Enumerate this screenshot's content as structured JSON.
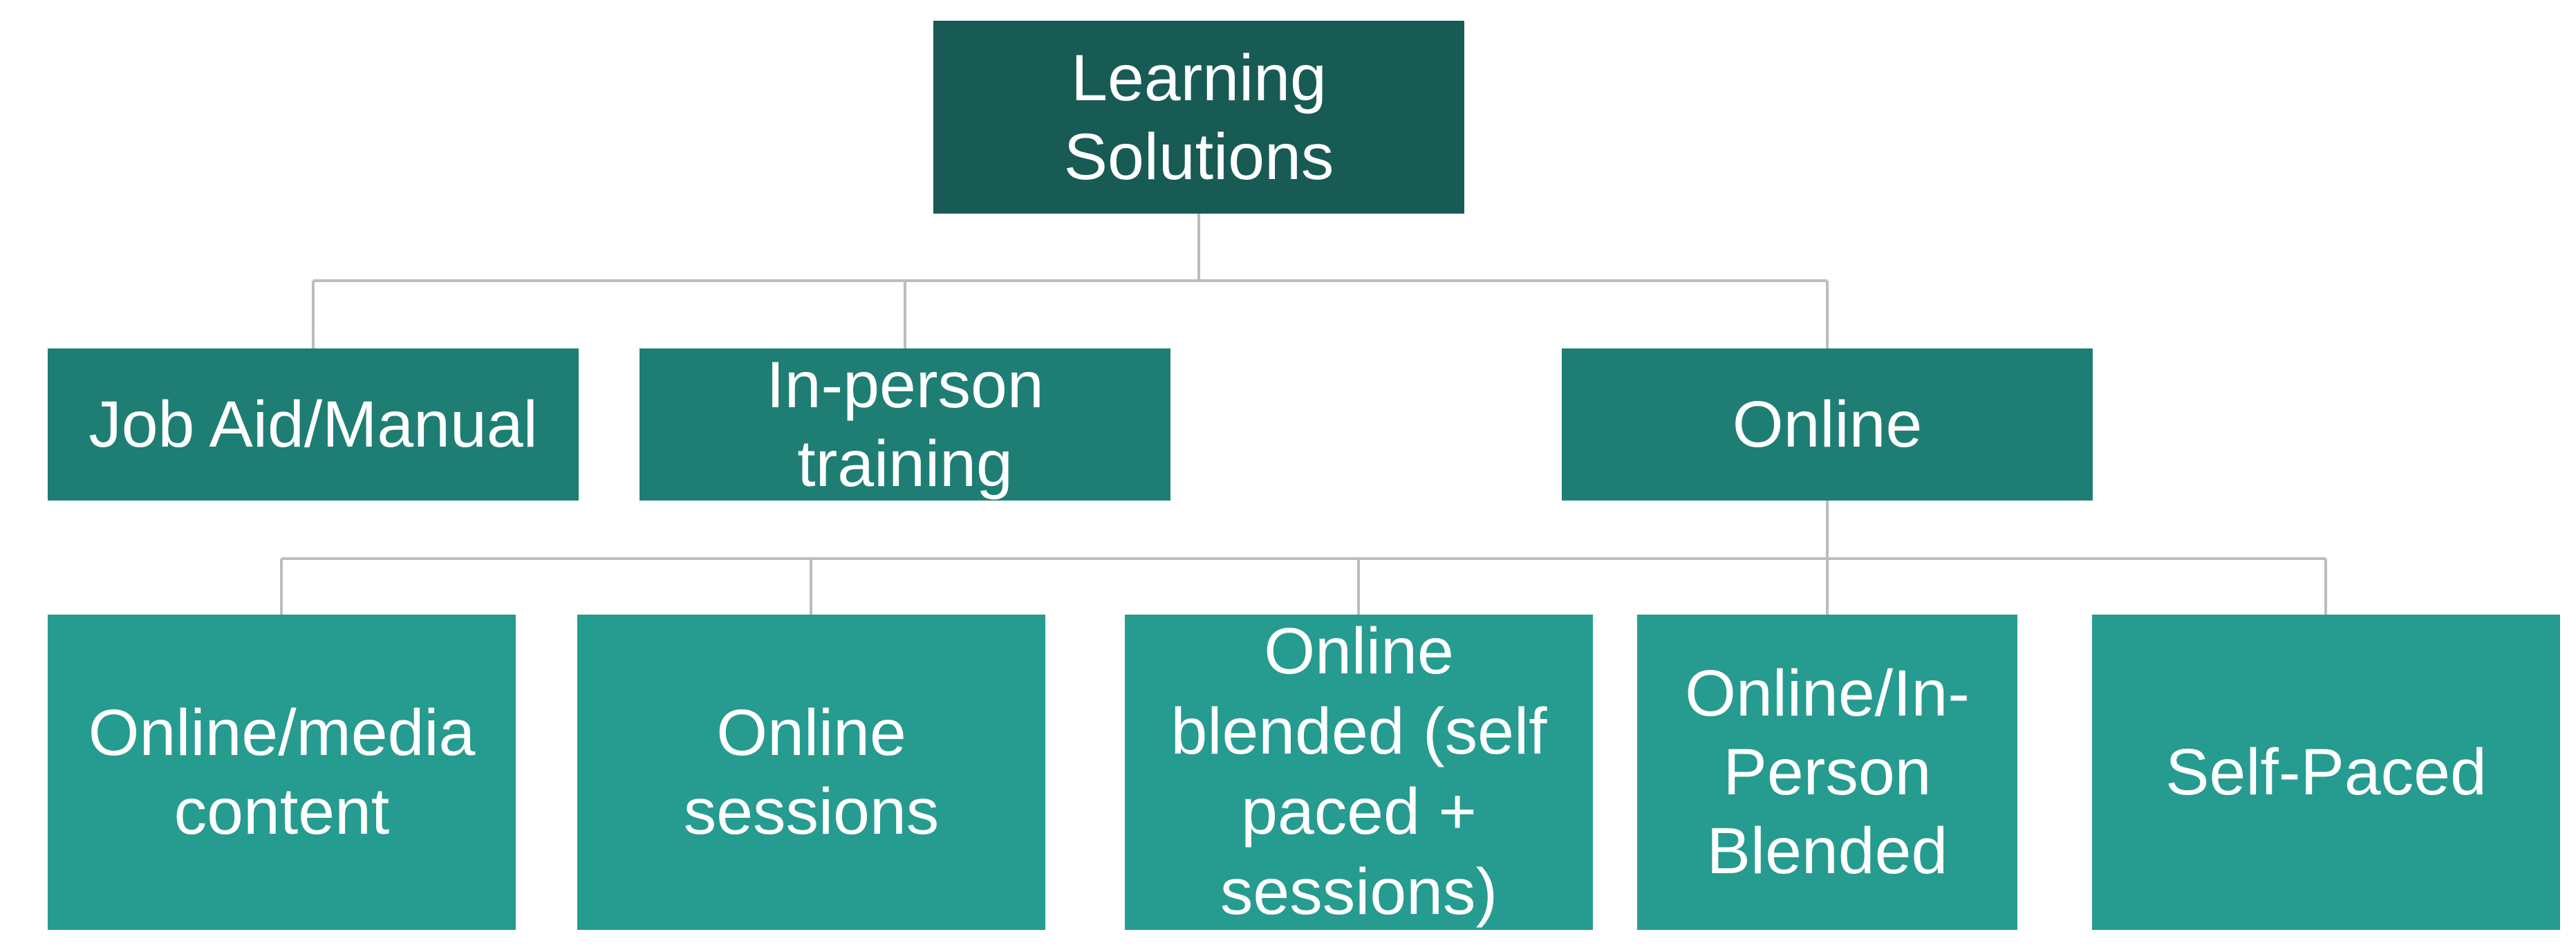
{
  "diagram": {
    "root": {
      "label": "Learning Solutions"
    },
    "level1": [
      {
        "label": "Job Aid/Manual"
      },
      {
        "label": "In-person training"
      },
      {
        "label": "Online"
      }
    ],
    "level2": [
      {
        "label": "Online/media content"
      },
      {
        "label": "Online sessions"
      },
      {
        "label": "Online blended (self paced + sessions)"
      },
      {
        "label": "Online/In-Person Blended"
      },
      {
        "label": "Self-Paced"
      }
    ],
    "colors": {
      "root_fill": "#175b54",
      "level1_fill": "#1e7e74",
      "level2_fill": "#269b8f",
      "connector": "#bdbdbd",
      "text": "#ffffff"
    }
  }
}
